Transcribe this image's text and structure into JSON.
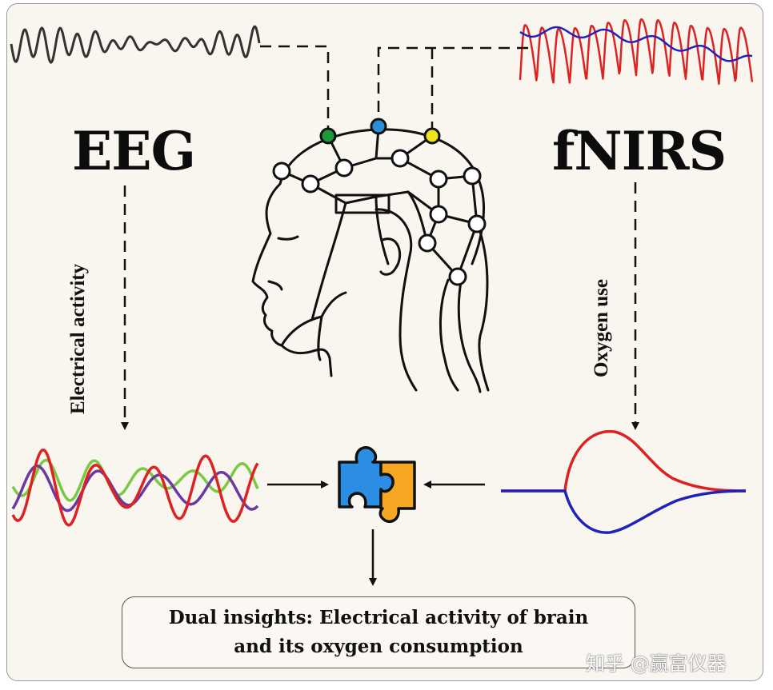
{
  "eeg": {
    "title": "EEG",
    "arrow_label": "Electrical activity"
  },
  "fnirs": {
    "title": "fNIRS",
    "arrow_label": "Oxygen use"
  },
  "result": {
    "line1": "Dual insights: Electrical activity of brain",
    "line2": "and its oxygen consumption"
  },
  "watermark": "知乎 @赢富仪器",
  "icons": [
    "eeg-raw-wave-icon",
    "fnirs-raw-wave-icon",
    "head-electrode-cap-icon",
    "puzzle-icon",
    "eeg-multichannel-wave-icon",
    "hemodynamic-response-icon"
  ],
  "colors": {
    "eeg_wave": "#333333",
    "fnirs_red": "#dd2222",
    "fnirs_blue": "#2222bb",
    "electrode_green": "#1c9a3a",
    "electrode_blue": "#2a8fd8",
    "electrode_yellow": "#f2e21c",
    "puzzle_blue": "#2b8ee3",
    "puzzle_yellow": "#f5a623",
    "eeg_green": "#7ac943",
    "eeg_purple": "#6a3aa0"
  }
}
